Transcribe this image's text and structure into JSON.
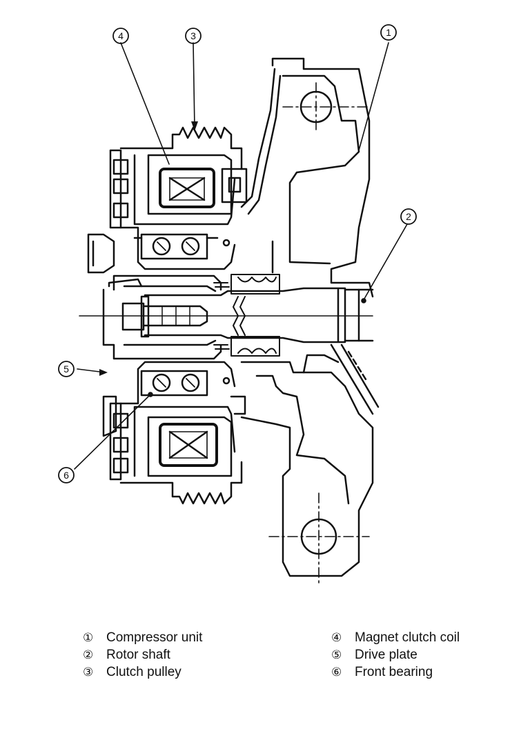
{
  "callouts": [
    "①",
    "②",
    "③",
    "④",
    "⑤",
    "⑥"
  ],
  "legend": [
    {
      "num": "①",
      "text": "Compressor unit"
    },
    {
      "num": "②",
      "text": "Rotor shaft"
    },
    {
      "num": "③",
      "text": "Clutch pulley"
    },
    {
      "num": "④",
      "text": "Magnet clutch coil"
    },
    {
      "num": "⑤",
      "text": "Drive plate"
    },
    {
      "num": "⑥",
      "text": "Front bearing"
    }
  ],
  "colors": {
    "ink": "#111111",
    "paper": "#ffffff"
  }
}
